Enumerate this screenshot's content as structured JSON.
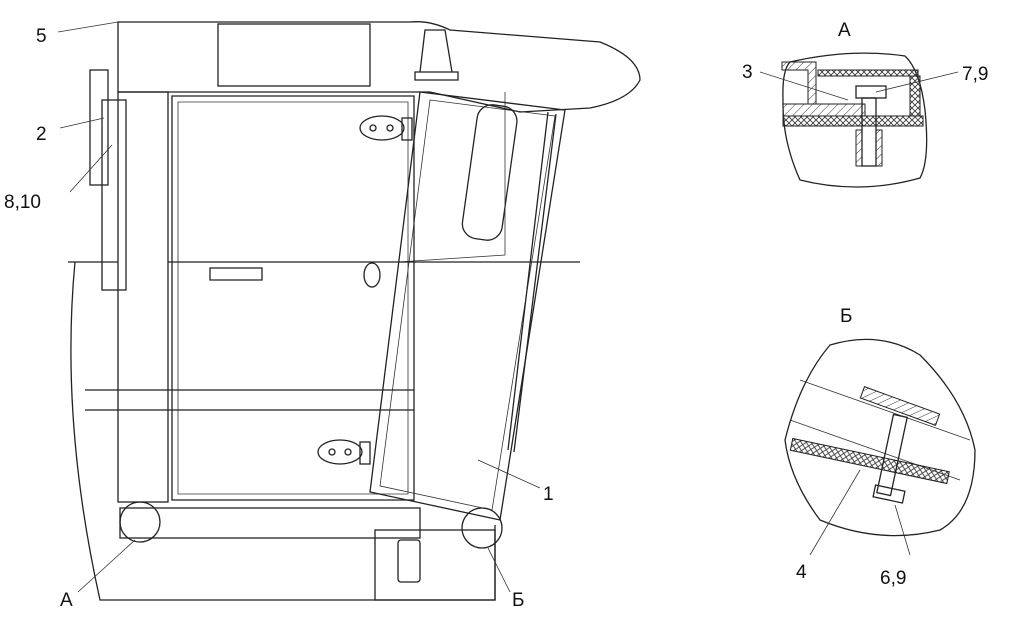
{
  "main_view": {
    "callouts": [
      {
        "id": "5",
        "text": "5"
      },
      {
        "id": "2",
        "text": "2"
      },
      {
        "id": "8_10",
        "text": "8,10"
      },
      {
        "id": "1",
        "text": "1"
      },
      {
        "id": "view_a",
        "text": "А"
      },
      {
        "id": "view_b",
        "text": "Б"
      }
    ]
  },
  "detail_a": {
    "title": "А",
    "callouts": [
      {
        "id": "3",
        "text": "3"
      },
      {
        "id": "7_9",
        "text": "7,9"
      }
    ]
  },
  "detail_b": {
    "title": "Б",
    "callouts": [
      {
        "id": "4",
        "text": "4"
      },
      {
        "id": "6_9",
        "text": "6,9"
      }
    ]
  }
}
